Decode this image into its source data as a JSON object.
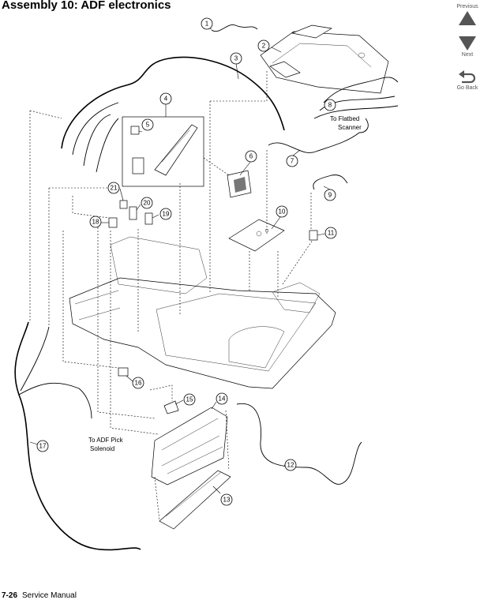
{
  "page": {
    "title": "Assembly 10:  ADF electronics",
    "footer_page": "7-26",
    "footer_label": "Service Manual"
  },
  "nav": {
    "previous": "Previous",
    "next": "Next",
    "go_back": "Go Back"
  },
  "notes": {
    "flatbed_line1": "To Flatbed",
    "flatbed_line2": "Scanner",
    "pick_line1": "To ADF Pick",
    "pick_line2": "Solenoid"
  },
  "callouts": [
    "1",
    "2",
    "3",
    "4",
    "5",
    "6",
    "7",
    "8",
    "9",
    "10",
    "11",
    "12",
    "13",
    "14",
    "15",
    "16",
    "17",
    "18",
    "19",
    "20",
    "21"
  ]
}
